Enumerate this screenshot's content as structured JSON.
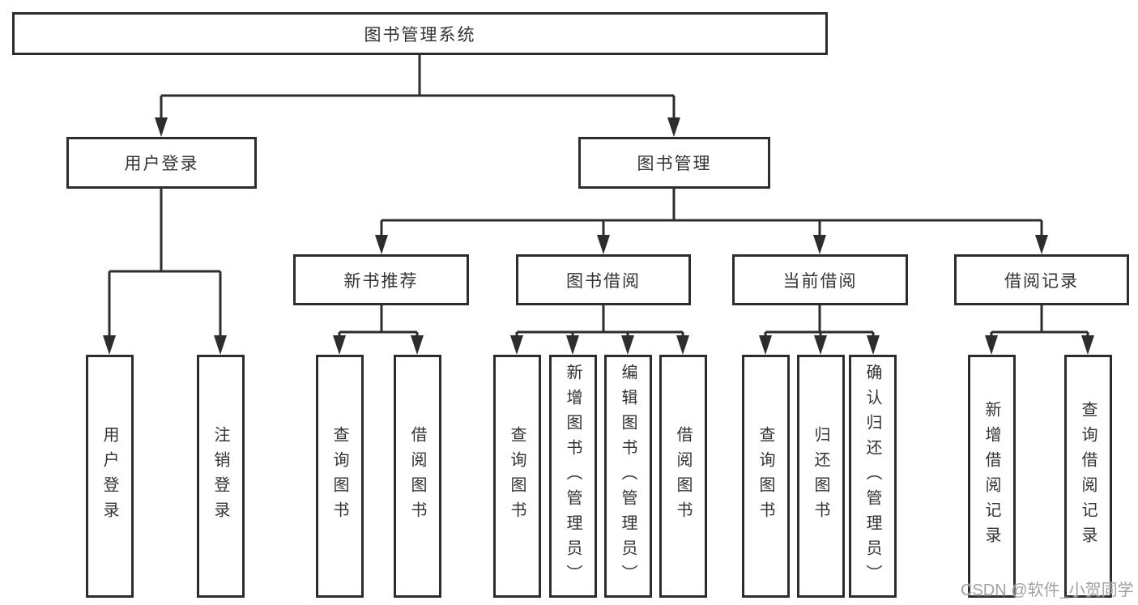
{
  "nodes": {
    "root": "图书管理系统",
    "user_login": "用户登录",
    "book_mgmt": "图书管理",
    "new_book_rec": "新书推荐",
    "book_borrow": "图书借阅",
    "current_borrow": "当前借阅",
    "borrow_record": "借阅记录",
    "leaf_user_login": "用户登录",
    "leaf_logout": "注销登录",
    "leaf_query_book_1": "查询图书",
    "leaf_borrow_book_1": "借阅图书",
    "leaf_query_book_2": "查询图书",
    "leaf_add_book": "新增图书（管理员）",
    "leaf_edit_book": "编辑图书（管理员）",
    "leaf_borrow_book_2": "借阅图书",
    "leaf_query_book_3": "查询图书",
    "leaf_return_book": "归还图书",
    "leaf_confirm_return": "确认归还（管理员）",
    "leaf_add_borrow_record": "新增借阅记录",
    "leaf_query_borrow_record": "查询借阅记录"
  },
  "hierarchy": {
    "root": "图书管理系统",
    "children": [
      {
        "label": "用户登录",
        "children": [
          "用户登录",
          "注销登录"
        ]
      },
      {
        "label": "图书管理",
        "children": [
          {
            "label": "新书推荐",
            "children": [
              "查询图书",
              "借阅图书"
            ]
          },
          {
            "label": "图书借阅",
            "children": [
              "查询图书",
              "新增图书（管理员）",
              "编辑图书（管理员）",
              "借阅图书"
            ]
          },
          {
            "label": "当前借阅",
            "children": [
              "查询图书",
              "归还图书",
              "确认归还（管理员）"
            ]
          },
          {
            "label": "借阅记录",
            "children": [
              "新增借阅记录",
              "查询借阅记录"
            ]
          }
        ]
      }
    ]
  },
  "watermark": "CSDN @软件_小贺同学",
  "colors": {
    "line": "#2d2d2d",
    "text": "#333333",
    "background": "#ffffff",
    "watermark": "#999999"
  }
}
